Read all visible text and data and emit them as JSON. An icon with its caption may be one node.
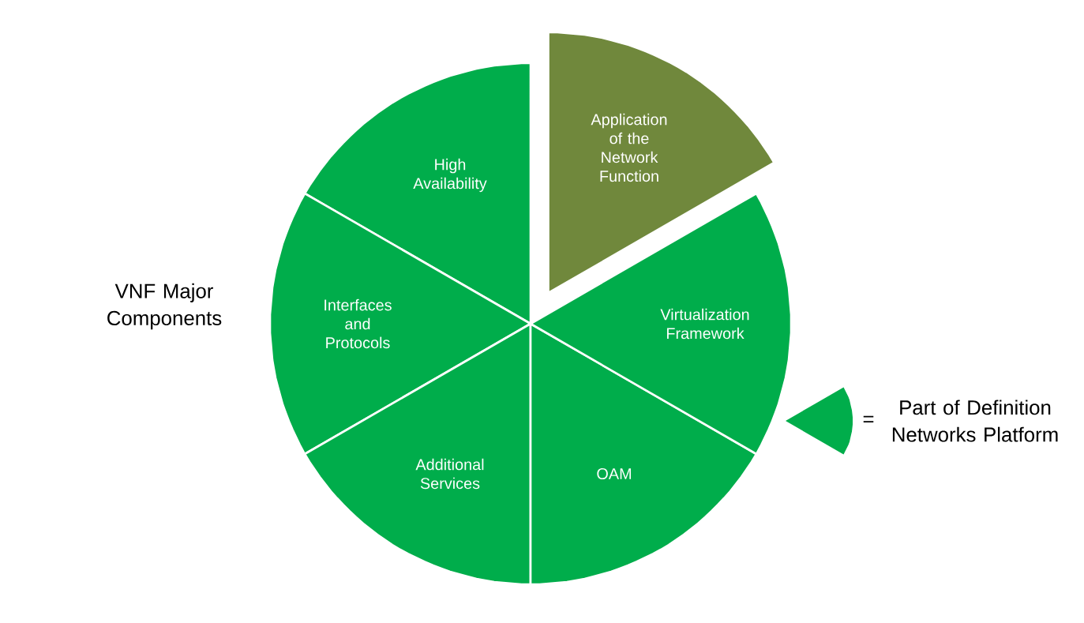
{
  "diagram": {
    "nodes": [
      {
        "text": [
          "High Availability"
        ]
      },
      {
        "text": [
          "Interfaces and Protocols"
        ]
      },
      {
        "text": [
          "Additional Services"
        ]
      },
      {
        "text": [
          "OAM"
        ]
      },
      {
        "text": [
          "Virtualization Framework"
        ]
      },
      {
        "text": [
          "Application of the Network Function"
        ]
      }
    ],
    "labels": [
      "VNF Major Components",
      "="
    ],
    "legend": [
      {
        "text": "Part of Definition Networks Platform",
        "color": "#00ad4b"
      }
    ]
  }
}
